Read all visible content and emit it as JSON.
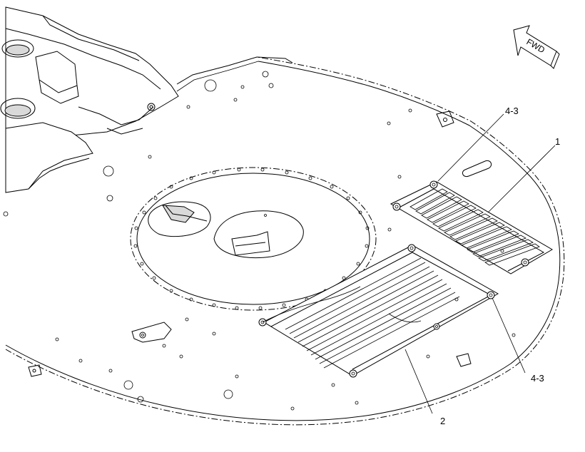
{
  "fwd_label": "FWD",
  "callouts": [
    {
      "id": "callout-4-3-top",
      "text": "4-3"
    },
    {
      "id": "callout-1",
      "text": "1"
    },
    {
      "id": "callout-4-3-bottom",
      "text": "4-3"
    },
    {
      "id": "callout-2",
      "text": "2"
    }
  ]
}
